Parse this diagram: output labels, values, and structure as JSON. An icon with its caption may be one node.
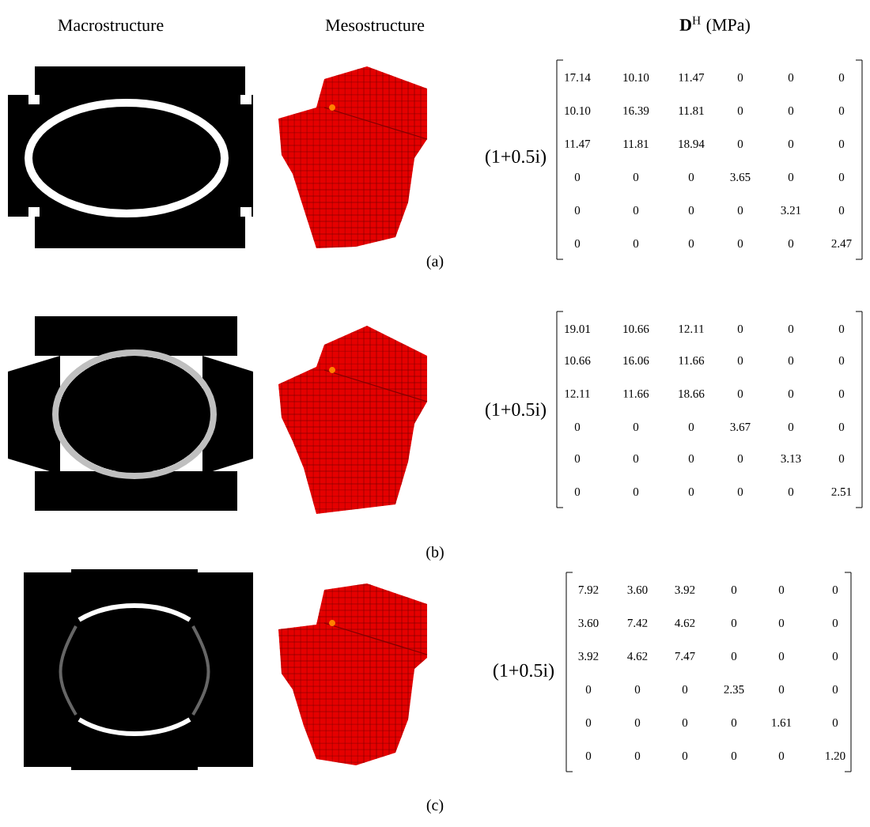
{
  "diagram": {
    "labels": [
      "Macrostructure",
      "Mesostructure",
      "**D**$^{H}$ (MPa)",
      "(1+0.5i)",
      "17.14",
      "10.10",
      "11.47",
      "0",
      "0",
      "0",
      "10.10",
      "16.39",
      "11.81",
      "0",
      "0",
      "0",
      "11.47",
      "11.81",
      "18.94",
      "0",
      "0",
      "0",
      "0",
      "0",
      "0",
      "3.65",
      "0",
      "0",
      "0",
      "0",
      "0",
      "0",
      "3.21",
      "0",
      "0",
      "0",
      "0",
      "0",
      "0",
      "2.47",
      "(a)",
      "(1+0.5i)",
      "19.01",
      "10.66",
      "12.11",
      "0",
      "0",
      "0",
      "10.66",
      "16.06",
      "11.66",
      "0",
      "0",
      "0",
      "12.11",
      "11.66",
      "18.66",
      "0",
      "0",
      "0",
      "0",
      "0",
      "0",
      "3.67",
      "0",
      "0",
      "0",
      "0",
      "0",
      "0",
      "3.13",
      "0",
      "0",
      "0",
      "0",
      "0",
      "0",
      "2.51",
      "(b)",
      "(1+0.5i)",
      "7.92",
      "3.60",
      "3.92",
      "0",
      "0",
      "0",
      "3.60",
      "7.42",
      "4.62",
      "0",
      "0",
      "0",
      "3.92",
      "4.62",
      "7.47",
      "0",
      "0",
      "0",
      "0",
      "0",
      "0",
      "2.35",
      "0",
      "0",
      "0",
      "0",
      "0",
      "0",
      "1.61",
      "0",
      "0",
      "0",
      "0",
      "0",
      "0",
      "1.20",
      "(c)"
    ]
  }
}
